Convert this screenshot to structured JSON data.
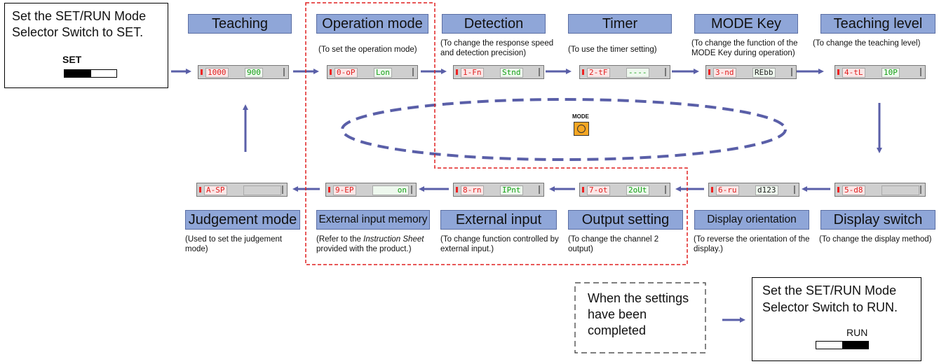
{
  "start_box": {
    "text": "Set the SET/RUN Mode Selector Switch to SET.",
    "switch_label": "SET"
  },
  "end_box": {
    "text": "Set the SET/RUN Mode Selector Switch to RUN.",
    "switch_label": "RUN"
  },
  "done_box": {
    "text": "When the settings have been completed"
  },
  "mode_button": {
    "label": "MODE"
  },
  "top_row": [
    {
      "title": "Teaching",
      "desc": "",
      "red": "1000",
      "green": "900"
    },
    {
      "title": "Operation mode",
      "desc": "(To set the operation mode)",
      "red": "0-oP",
      "green": "Lon"
    },
    {
      "title": "Detection",
      "desc": "(To change the response speed and detection precision)",
      "red": "1-Fn",
      "green": "Stnd"
    },
    {
      "title": "Timer",
      "desc": "(To use the timer setting)",
      "red": "2-tF",
      "green": "----"
    },
    {
      "title": "MODE Key",
      "desc": "(To change the function of the MODE Key during operation)",
      "red": "3-nd",
      "green": "REbb"
    },
    {
      "title": "Teaching level",
      "desc": "(To change the teaching level)",
      "red": "4-tL",
      "green": "10P"
    }
  ],
  "bottom_row": [
    {
      "title": "Judgement mode",
      "desc": "(Used to set the judgement mode)",
      "red": "A-SP",
      "green": ""
    },
    {
      "title": "External input memory",
      "desc_pre": "(Refer to the ",
      "desc_em": "Instruction Sheet",
      "desc_post": " provided with the product.)",
      "red": "9-EP",
      "green": "on"
    },
    {
      "title": "External input",
      "desc": "(To change function controlled by external input.)",
      "red": "8-rn",
      "green": "IPnt"
    },
    {
      "title": "Output setting",
      "desc": "(To change the channel 2 output)",
      "red": "7-ot",
      "green": "2oUt"
    },
    {
      "title": "Display orientation",
      "desc": "(To reverse the orientation of the display.)",
      "red": "6-ru",
      "green": "d123"
    },
    {
      "title": "Display switch",
      "desc": "(To change the display method)",
      "red": "5-d8",
      "green": ""
    }
  ],
  "colors": {
    "title_bg": "#8fa6d8",
    "arrow": "#5a5fa8",
    "dash_red": "#e02020",
    "ellipse": "#5a5fa8",
    "mode_btn": "#f5a623"
  }
}
